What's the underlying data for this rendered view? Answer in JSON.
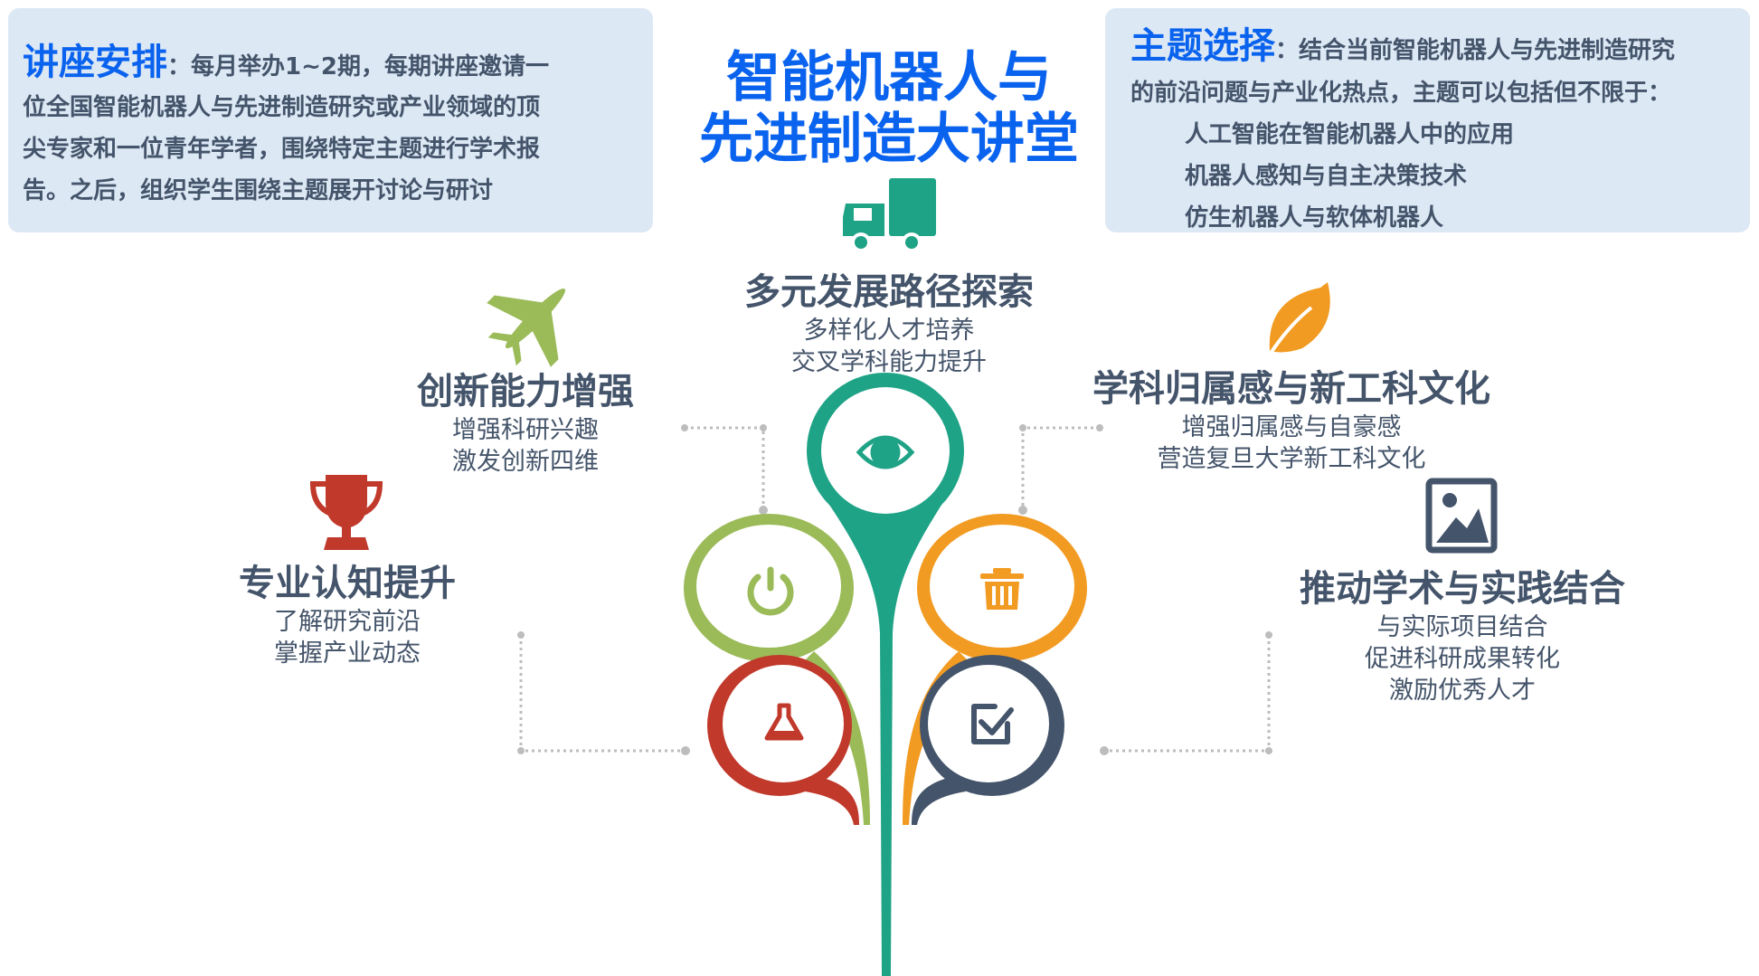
{
  "title": {
    "line1": "智能机器人与",
    "line2": "先进制造大讲堂"
  },
  "left_box": {
    "heading": "讲座安排",
    "lines": [
      "：每月举办1~2期，每期讲座邀请一",
      "位全国智能机器人与先进制造研究或产业领域的顶",
      "尖专家和一位青年学者，围绕特定主题进行学术报",
      "告。之后，组织学生围绕主题展开讨论与研讨"
    ]
  },
  "right_box": {
    "heading": "主题选择",
    "lines": [
      "：结合当前智能机器人与先进制造研究",
      "的前沿问题与产业化热点，主题可以包括但不限于："
    ],
    "topics": [
      "人工智能在智能机器人中的应用",
      "机器人感知与自主决策技术",
      "仿生机器人与软体机器人"
    ]
  },
  "items": [
    {
      "title": "多元发展路径探索",
      "subs": [
        "多样化人才培养",
        "交叉学科能力提升"
      ],
      "icon": "truck-icon",
      "color": "#1fa386"
    },
    {
      "title": "创新能力增强",
      "subs": [
        "增强科研兴趣",
        "激发创新四维"
      ],
      "icon": "plane-icon",
      "color": "#9bbb59"
    },
    {
      "title": "专业认知提升",
      "subs": [
        "了解研究前沿",
        "掌握产业动态"
      ],
      "icon": "trophy-icon",
      "color": "#c0392b"
    },
    {
      "title": "学科归属感与新工科文化",
      "subs": [
        "增强归属感与自豪感",
        "营造复旦大学新工科文化"
      ],
      "icon": "leaf-icon",
      "color": "#f29b22"
    },
    {
      "title": "推动学术与实践结合",
      "subs": [
        "与实际项目结合",
        "促进科研成果转化",
        "激励优秀人才"
      ],
      "icon": "image-icon",
      "color": "#44546a"
    }
  ]
}
